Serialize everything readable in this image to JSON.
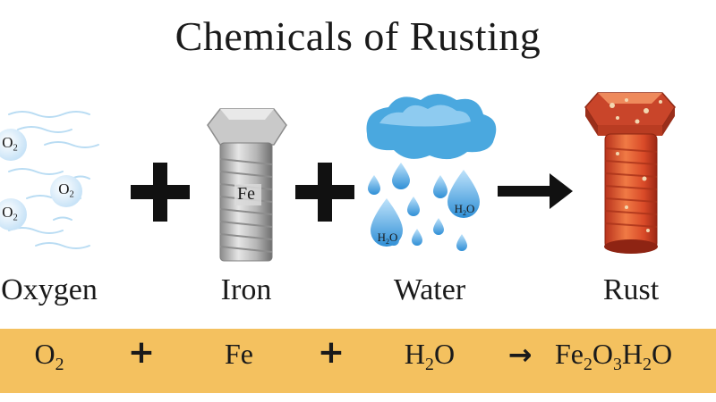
{
  "title": "Chemicals of Rusting",
  "reactants": [
    {
      "label": "Oxygen"
    },
    {
      "label": "Iron"
    },
    {
      "label": "Water"
    }
  ],
  "product": {
    "label": "Rust"
  },
  "art_labels": {
    "oxygen_molecule": {
      "main": "O",
      "sub": "2"
    },
    "iron_symbol": "Fe",
    "water_molecule": {
      "h": "H",
      "sub": "2",
      "o": "O"
    }
  },
  "equation": {
    "o2": {
      "main": "O",
      "sub": "2"
    },
    "plus": "+",
    "fe": "Fe",
    "h2o": {
      "h": "H",
      "sub": "2",
      "o": "O"
    },
    "arrow": "→",
    "rust": {
      "fe": "Fe",
      "sub1": "2",
      "o": "O",
      "sub2": "3",
      "h": "H",
      "sub3": "2",
      "o2": "O"
    }
  },
  "colors": {
    "band": "#f4c15f",
    "rust": "#d9482a",
    "water": "#3a9ad9",
    "iron": "#9e9e9e",
    "bubble": "#d6ebfa"
  }
}
